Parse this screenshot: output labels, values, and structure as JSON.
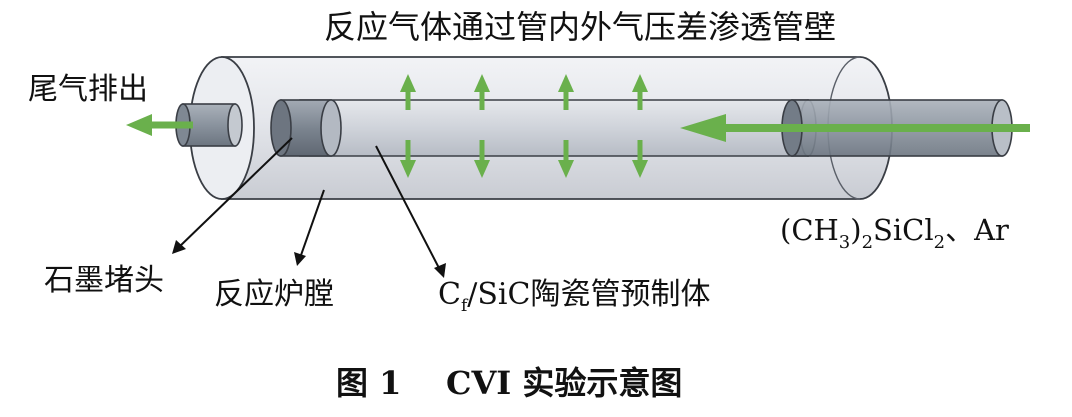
{
  "labels": {
    "top": "反应气体通过管内外气压差渗透管壁",
    "exhaust": "尾气排出",
    "inlet_paren_open": "(CH",
    "inlet_sub3": "3",
    "inlet_paren_close": ")",
    "inlet_sub2a": "2",
    "inlet_sicl": "SiCl",
    "inlet_sub2b": "2",
    "inlet_rest": "、Ar",
    "graphite_plug": "石墨堵头",
    "furnace_chamber": "反应炉膛",
    "preform_C": "C",
    "preform_sub": "f",
    "preform_rest": "/SiC陶瓷管预制体"
  },
  "caption": {
    "figure_number": "图 1",
    "title": "CVI 实验示意图"
  },
  "colors": {
    "flow_arrow": "#6ab04c",
    "outer_tube_fill": "#e3e5ea",
    "inner_tube_fill": "#d1d5dc",
    "plug_fill": "#7f8894",
    "pipe_fill": "#8e97a3",
    "outline": "#3a3e45"
  }
}
